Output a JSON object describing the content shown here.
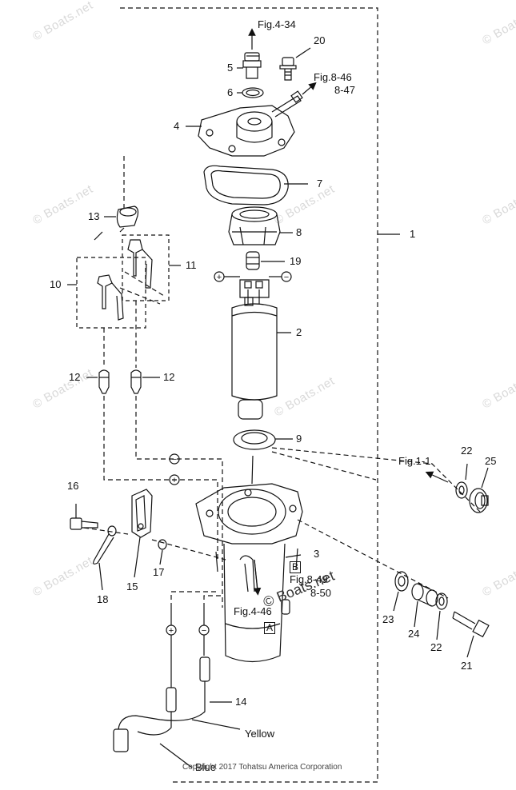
{
  "figure_refs": {
    "fig_4_34": "Fig.4-34",
    "fig_8_46": "Fig.8-46",
    "fig_8_47": "8-47",
    "fig_1_1": "Fig.1-1",
    "fig_8_49": "Fig.8-49",
    "fig_8_50": "8-50",
    "fig_4_46": "Fig.4-46"
  },
  "callouts": {
    "p1": "1",
    "p2": "2",
    "p3": "3",
    "p4": "4",
    "p5": "5",
    "p6": "6",
    "p7": "7",
    "p8": "8",
    "p9": "9",
    "p10": "10",
    "p11": "11",
    "p12a": "12",
    "p12b": "12",
    "p13": "13",
    "p14": "14",
    "p15": "15",
    "p16": "16",
    "p17": "17",
    "p18": "18",
    "p19": "19",
    "p20": "20",
    "p21": "21",
    "p22a": "22",
    "p22b": "22",
    "p23": "23",
    "p24": "24",
    "p25": "25"
  },
  "box_labels": {
    "a": "A",
    "b": "B"
  },
  "polarity": {
    "plus": "+",
    "minus": "−"
  },
  "wire_colors": {
    "yellow": "Yellow",
    "blue": "Blue"
  },
  "watermark": "© Boats.net",
  "copyright": "Copyright 2017 Tohatsu America Corporation"
}
